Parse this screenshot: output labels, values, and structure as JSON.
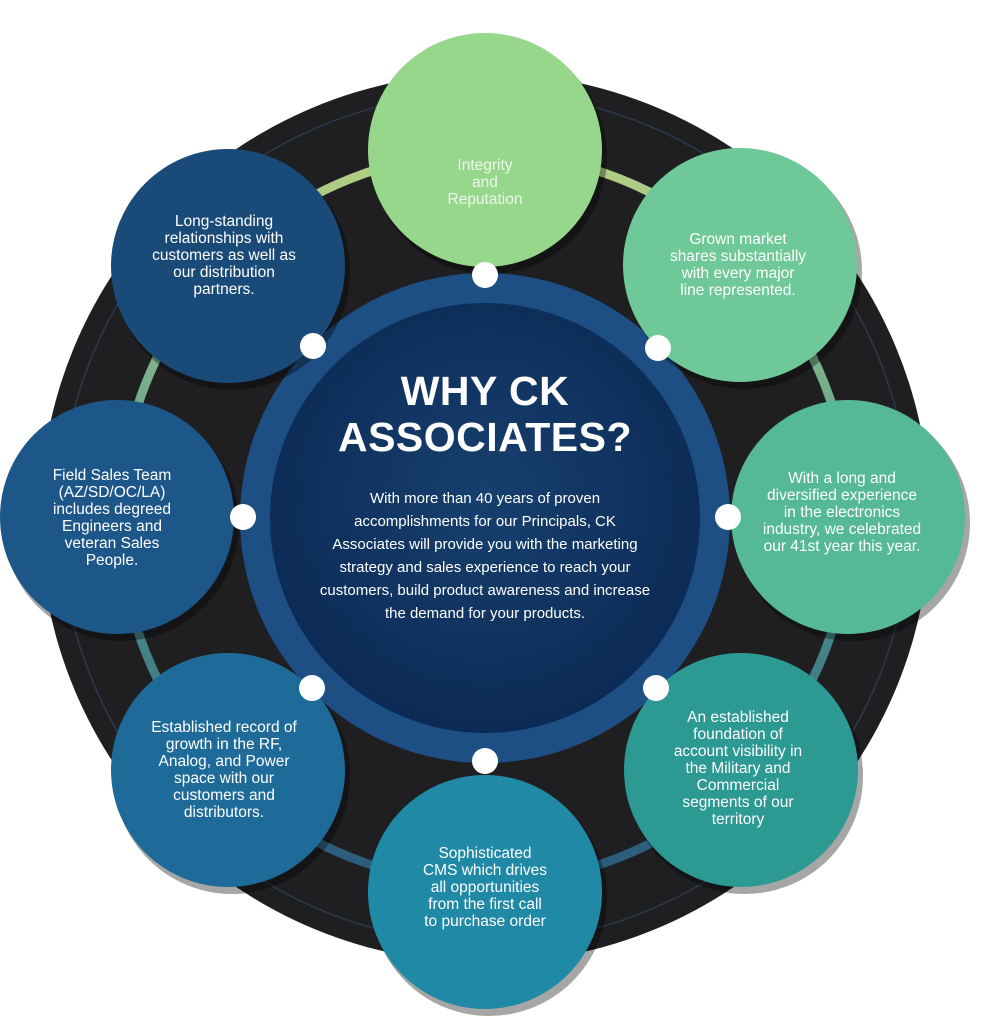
{
  "center": {
    "title": "WHY CK\nASSOCIATES?",
    "body": "With more than 40 years of proven accomplishments for our Principals, CK Associates will provide you with the marketing strategy and sales experience to reach your customers, build product awareness and increase the demand for your products."
  },
  "nodes": [
    {
      "id": "integrity",
      "text": "Integrity\nand\nReputation",
      "color": "#97d78b"
    },
    {
      "id": "market-shares",
      "text": "Grown market\nshares substantially\nwith every major\nline represented.",
      "color": "#6ec897"
    },
    {
      "id": "experience",
      "text": "With a long and\ndiversified experience\nin the electronics\nindustry, we celebrated\nour 41st year this year.",
      "color": "#55b896"
    },
    {
      "id": "military",
      "text": "An established\nfoundation of\naccount visibility in\nthe Military and\nCommercial\nsegments of our\nterritory",
      "color": "#2c9993"
    },
    {
      "id": "cms",
      "text": "Sophisticated\nCMS which drives\nall opportunities\nfrom the first call\nto purchase order",
      "color": "#1f89a6"
    },
    {
      "id": "rf-analog",
      "text": "Established record of\ngrowth in the RF,\nAnalog, and Power\nspace with our\ncustomers and\ndistributors.",
      "color": "#1e6b99"
    },
    {
      "id": "field-sales",
      "text": "Field Sales Team\n(AZ/SD/OC/LA)\nincludes degreed\nEngineers and\nveteran Sales\nPeople.",
      "color": "#1d5789"
    },
    {
      "id": "relationships",
      "text": "Long-standing\nrelationships with\ncustomers as well as\nour distribution\npartners.",
      "color": "#1a4a78"
    }
  ],
  "colors": {
    "outer_ring": "#1f1f22",
    "center_outer": "#1d4f85",
    "center_inner": "#0d2c57",
    "connector_dot": "#ffffff"
  }
}
